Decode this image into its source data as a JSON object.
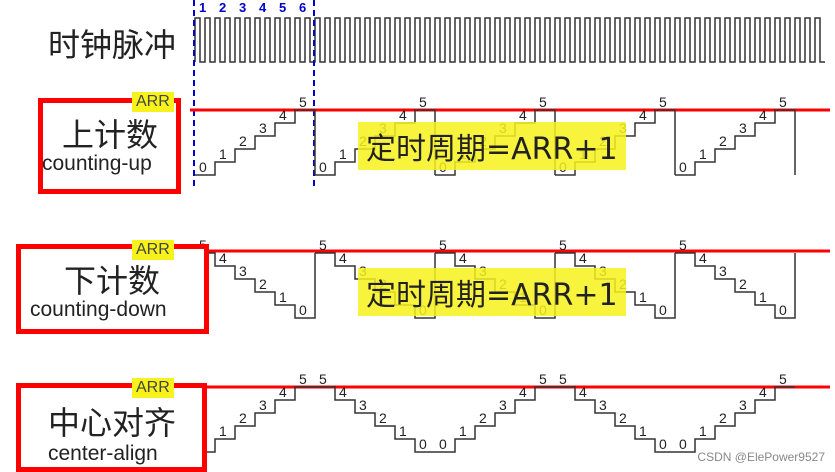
{
  "clock": {
    "title": "时钟脉冲",
    "pulse_numbers": [
      "1",
      "2",
      "3",
      "4",
      "5",
      "6"
    ]
  },
  "modes": [
    {
      "zh": "上计数",
      "en": "counting-up",
      "tag": "ARR",
      "period_note": "定时周期=ARR+1"
    },
    {
      "zh": "下计数",
      "en": "counting-down",
      "tag": "ARR",
      "period_note": "定时周期=ARR+1"
    },
    {
      "zh": "中心对齐",
      "en": "center-align",
      "tag": "ARR"
    }
  ],
  "step_values": [
    "0",
    "1",
    "2",
    "3",
    "4",
    "5"
  ],
  "watermark": "CSDN @ElePower9527",
  "colors": {
    "arr_line": "#ff0000",
    "box": "#ff0000",
    "highlight": "#f7f21b",
    "pulse_marker": "#0000cc",
    "wave": "#333333"
  }
}
